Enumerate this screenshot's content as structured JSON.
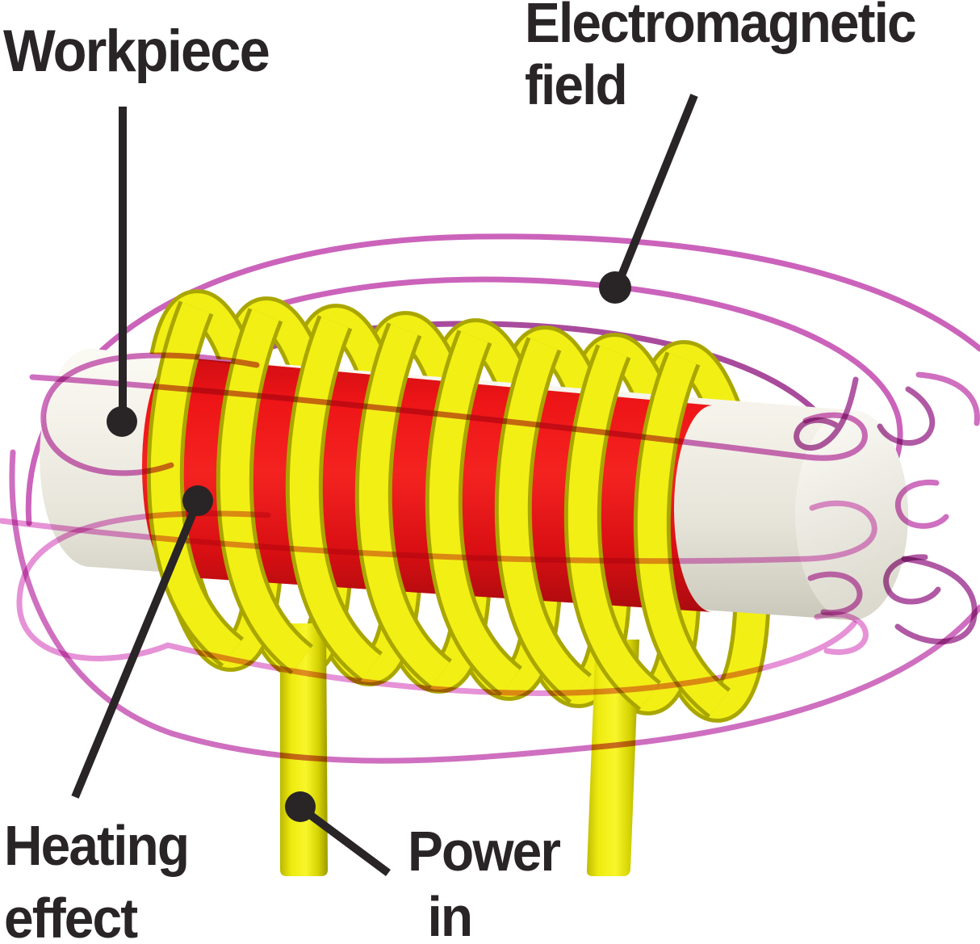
{
  "labels": {
    "workpiece": {
      "text": "Workpiece"
    },
    "electromagnetic_field": {
      "line1": "Electromagnetic",
      "line2": "field"
    },
    "heating_effect": {
      "line1": "Heating",
      "line2": "effect"
    },
    "power_in": {
      "line1": "Power",
      "line2": "in"
    }
  },
  "colors": {
    "background": "#ffffff",
    "label_black": "#292426",
    "coil_yellow": "#f2ef15",
    "coil_shadow": "#aaa600",
    "heated_red": "#ee1316",
    "workpiece_white": "#efede3",
    "field_magenta": "#cb63bb",
    "field_magenta_dark": "#a94b9c",
    "field_magenta_light": "#e489d4"
  }
}
